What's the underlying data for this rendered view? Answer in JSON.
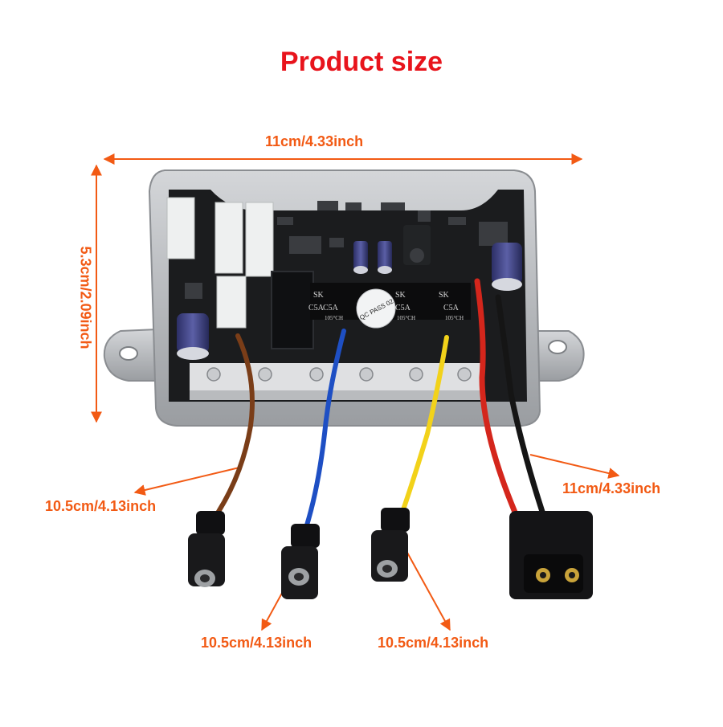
{
  "title": "Product size",
  "colors": {
    "title": "#e8141c",
    "dimension": "#f25a14",
    "housing": "#b9bcc0",
    "board": "#1b1c1e",
    "wire_brown": "#7a3d18",
    "wire_blue": "#1e4fc4",
    "wire_yellow": "#f2d21a",
    "wire_red": "#d4261c",
    "wire_black": "#151515"
  },
  "dimensions": {
    "width": "11cm/4.33inch",
    "height": "5.3cm/2.09inch",
    "power_cable": "11cm/4.33inch",
    "brown_cable": "10.5cm/4.13inch",
    "blue_cable": "10.5cm/4.13inch",
    "yellow_cable": "10.5cm/4.13inch"
  },
  "capacitor_marks": [
    "SK",
    "SK",
    "SK",
    "C5A",
    "C5A",
    "C5A",
    "C5A",
    "105°CH",
    "105°CH",
    "105°CH"
  ],
  "pass_sticker": "QC PASS 02",
  "icons": {
    "device": "brushless-motor-controller-photo",
    "connectors": [
      "bullet-connector",
      "bullet-connector",
      "bullet-connector",
      "xt-power-connector"
    ]
  }
}
